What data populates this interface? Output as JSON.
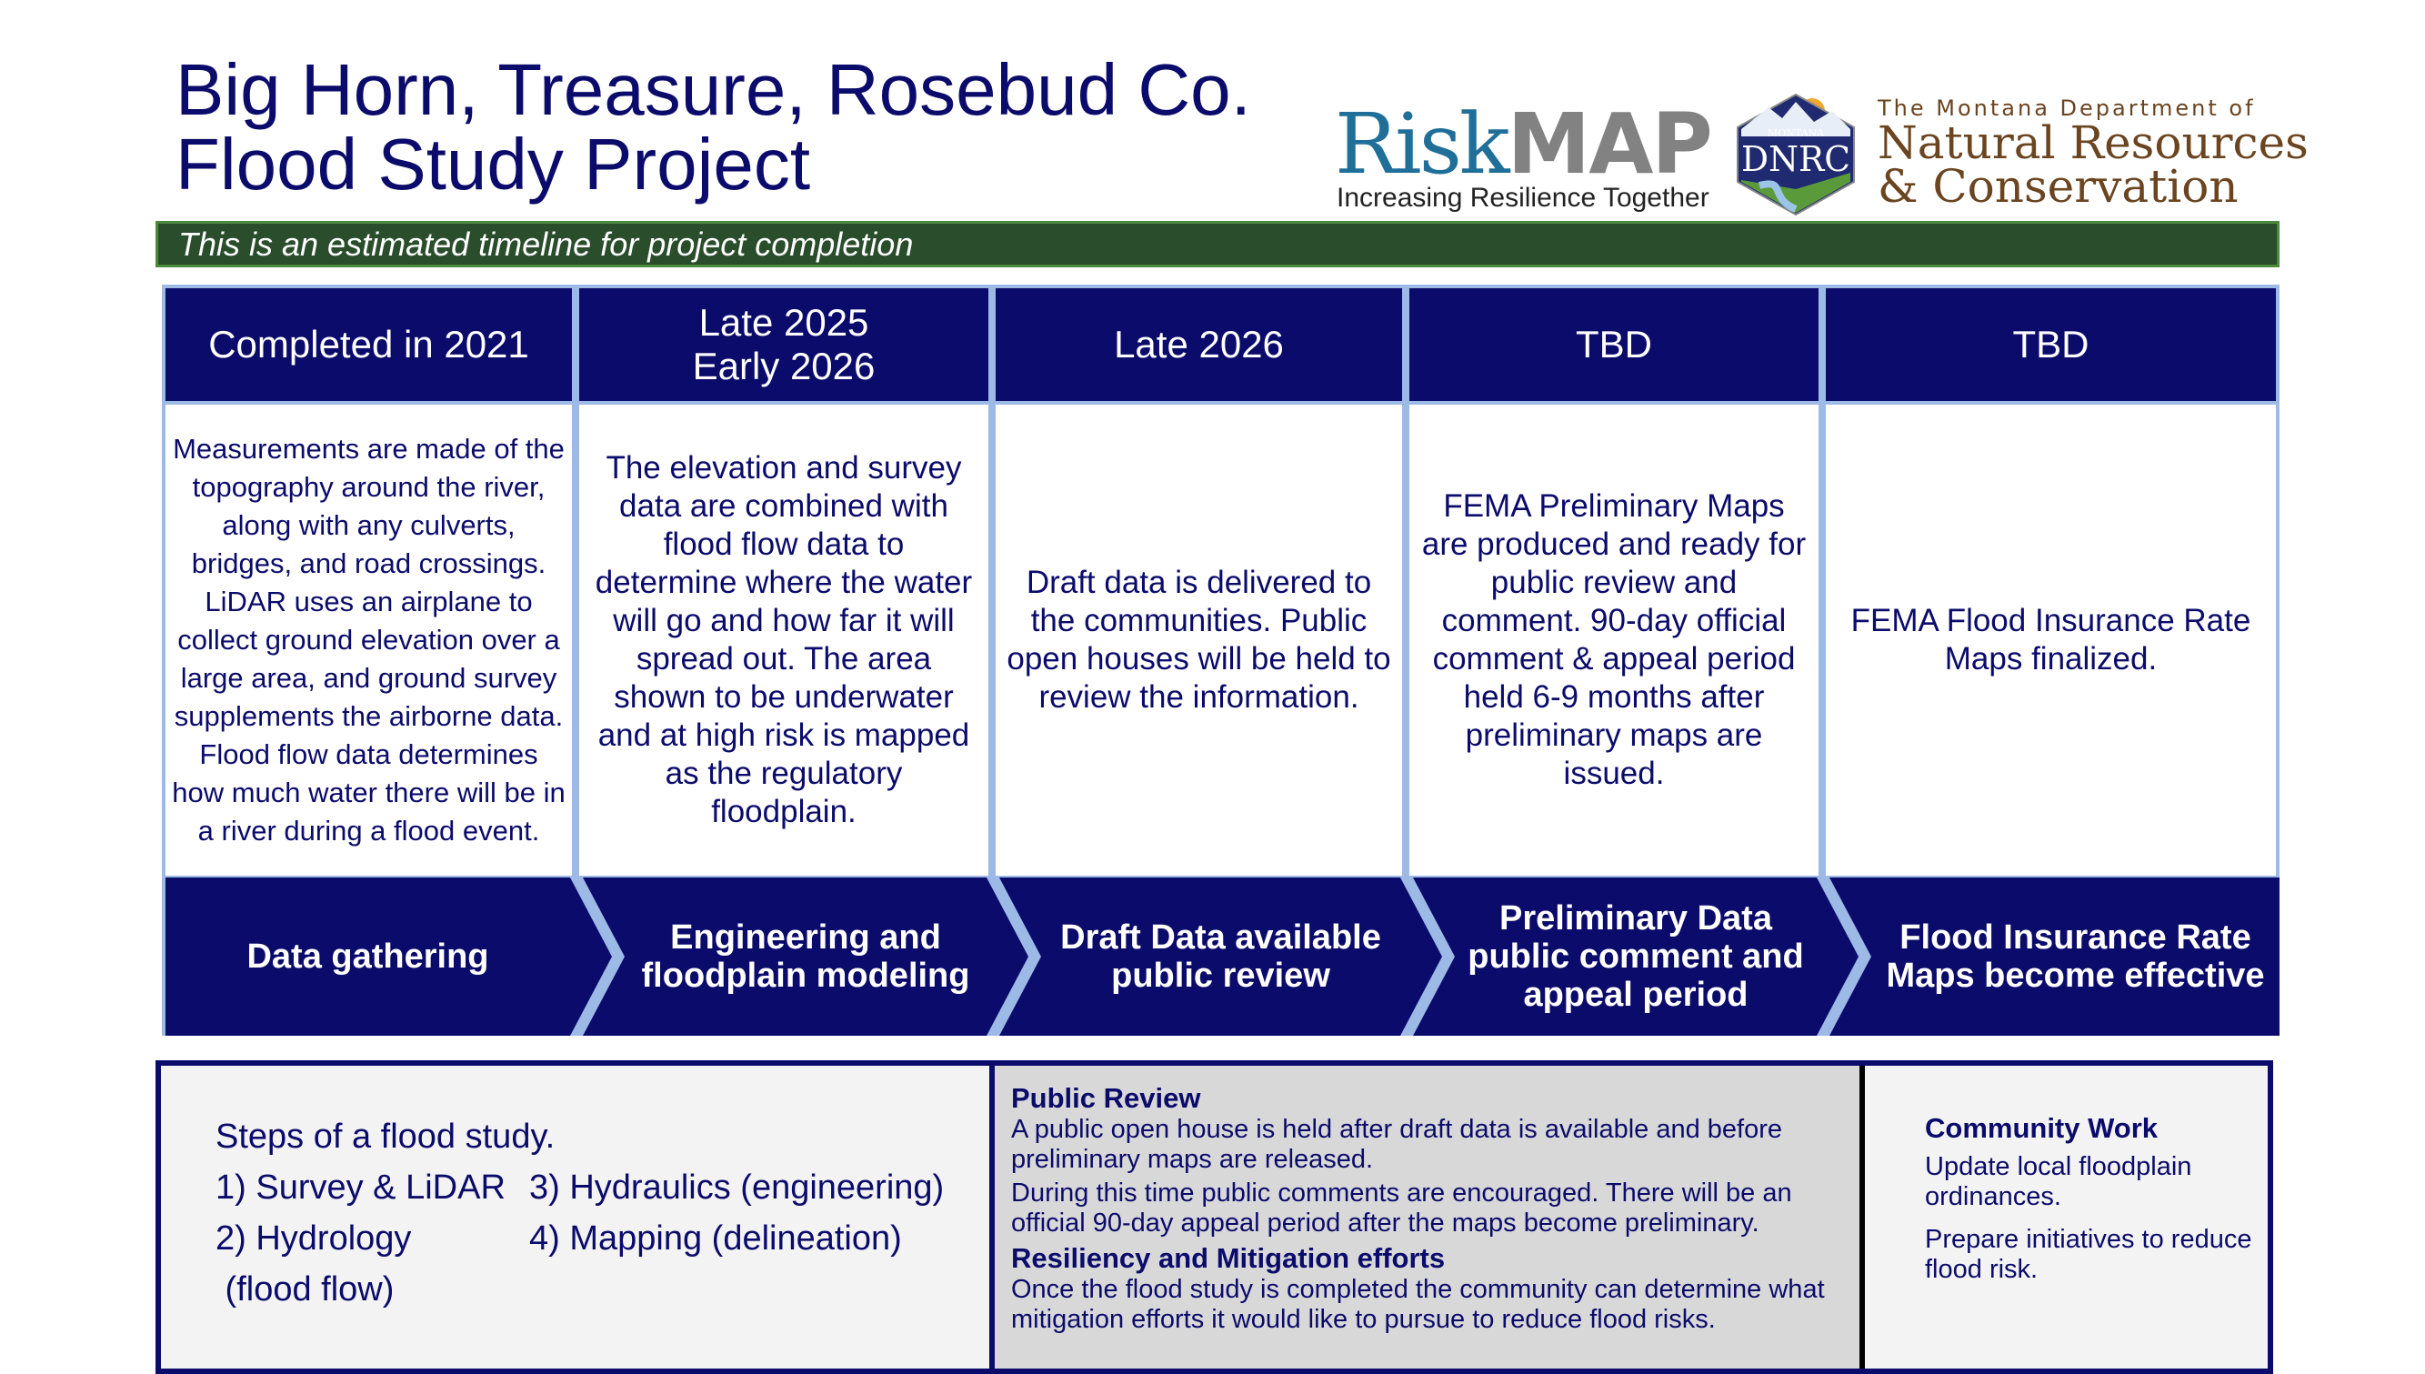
{
  "header": {
    "title_line1": "Big Horn, Treasure, Rosebud Co.",
    "title_line2": "Flood Study Project",
    "riskmap_logo": {
      "risk": "Risk",
      "map": "MAP",
      "tagline": "Increasing Resilience Together"
    },
    "dnrc_logo": {
      "badge_top": "MONTANA",
      "badge_main": "DNRC",
      "line1": "The Montana Department of",
      "line2": "Natural Resources",
      "line3": "& Conservation"
    },
    "banner": "This is an estimated timeline for project completion"
  },
  "timeline": [
    {
      "date": "Completed in 2021",
      "description": "Measurements are made of the topography around the river, along with any culverts, bridges, and road crossings. LiDAR uses an airplane to collect ground elevation over a large area, and ground survey supplements the airborne data. Flood flow data determines how much water there will be in a river during a flood event.",
      "phase": "Data gathering"
    },
    {
      "date": "Late 2025\nEarly 2026",
      "description": "The elevation and survey data are combined with  flood flow data to determine where the water will go and how far it will spread out. The area shown to be underwater and at high risk is mapped as the regulatory floodplain.",
      "phase": "Engineering and\nfloodplain modeling"
    },
    {
      "date": "Late 2026",
      "description": "Draft data is delivered to the communities. Public open houses will be held to review the information.",
      "phase": "Draft Data available\npublic review"
    },
    {
      "date": "TBD",
      "description": "FEMA Preliminary Maps are produced and ready for public review and comment. 90-day official comment & appeal period held 6-9 months after preliminary maps are issued.",
      "phase": "Preliminary Data\npublic comment and\nappeal period"
    },
    {
      "date": "TBD",
      "description": "FEMA Flood Insurance Rate Maps finalized.",
      "phase": "Flood Insurance Rate\nMaps become effective"
    }
  ],
  "steps": {
    "title": "Steps of a flood study.",
    "s1": "1)  Survey & LiDAR",
    "s3": "3) Hydraulics (engineering)",
    "s2": "2)  Hydrology",
    "s4": "4) Mapping (delineation)",
    "s2b": " (flood flow)"
  },
  "review": {
    "h1": "Public Review",
    "p1": "A public open house is held after draft data is available and before preliminary maps are released.",
    "p2": "During this time public comments are encouraged. There will be an official 90-day appeal period after the maps become preliminary.",
    "h2": "Resiliency and Mitigation efforts",
    "p3": "Once the flood study is completed the community can determine what mitigation efforts it would like to pursue to reduce flood risks."
  },
  "community": {
    "title": "Community Work",
    "p1": "Update local floodplain ordinances.",
    "p2": "Prepare initiatives to reduce flood risk."
  },
  "colors": {
    "navy": "#0b0b6b",
    "banner_green": "#2a4d2c",
    "light_blue": "#9db9e6"
  }
}
